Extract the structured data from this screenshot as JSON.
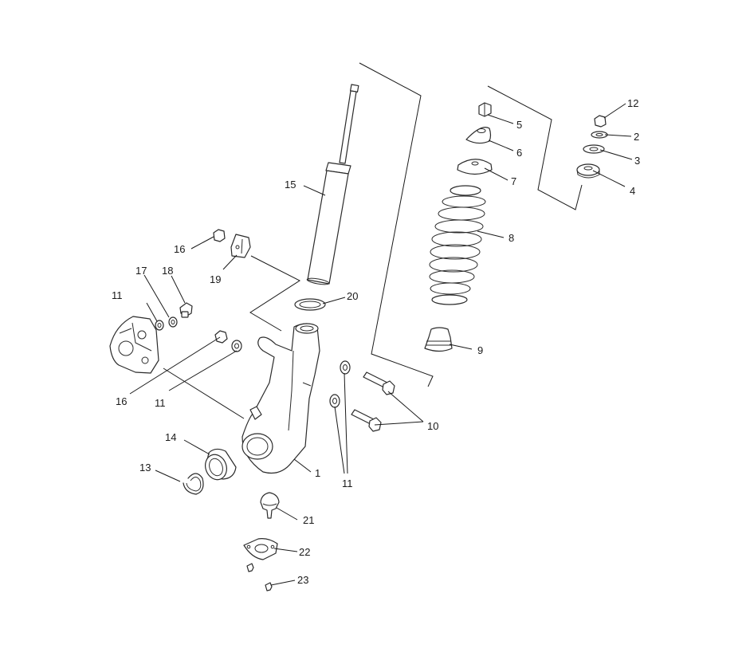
{
  "callouts": {
    "c1": "1",
    "c2": "2",
    "c3": "3",
    "c4": "4",
    "c5": "5",
    "c6": "6",
    "c7": "7",
    "c8": "8",
    "c9": "9",
    "c10": "10",
    "c11a": "11",
    "c11b": "11",
    "c11c": "11",
    "c12": "12",
    "c13": "13",
    "c14": "14",
    "c15": "15",
    "c16a": "16",
    "c16b": "16",
    "c17": "17",
    "c18": "18",
    "c19": "19",
    "c20": "20",
    "c21": "21",
    "c22": "22",
    "c23": "23"
  }
}
